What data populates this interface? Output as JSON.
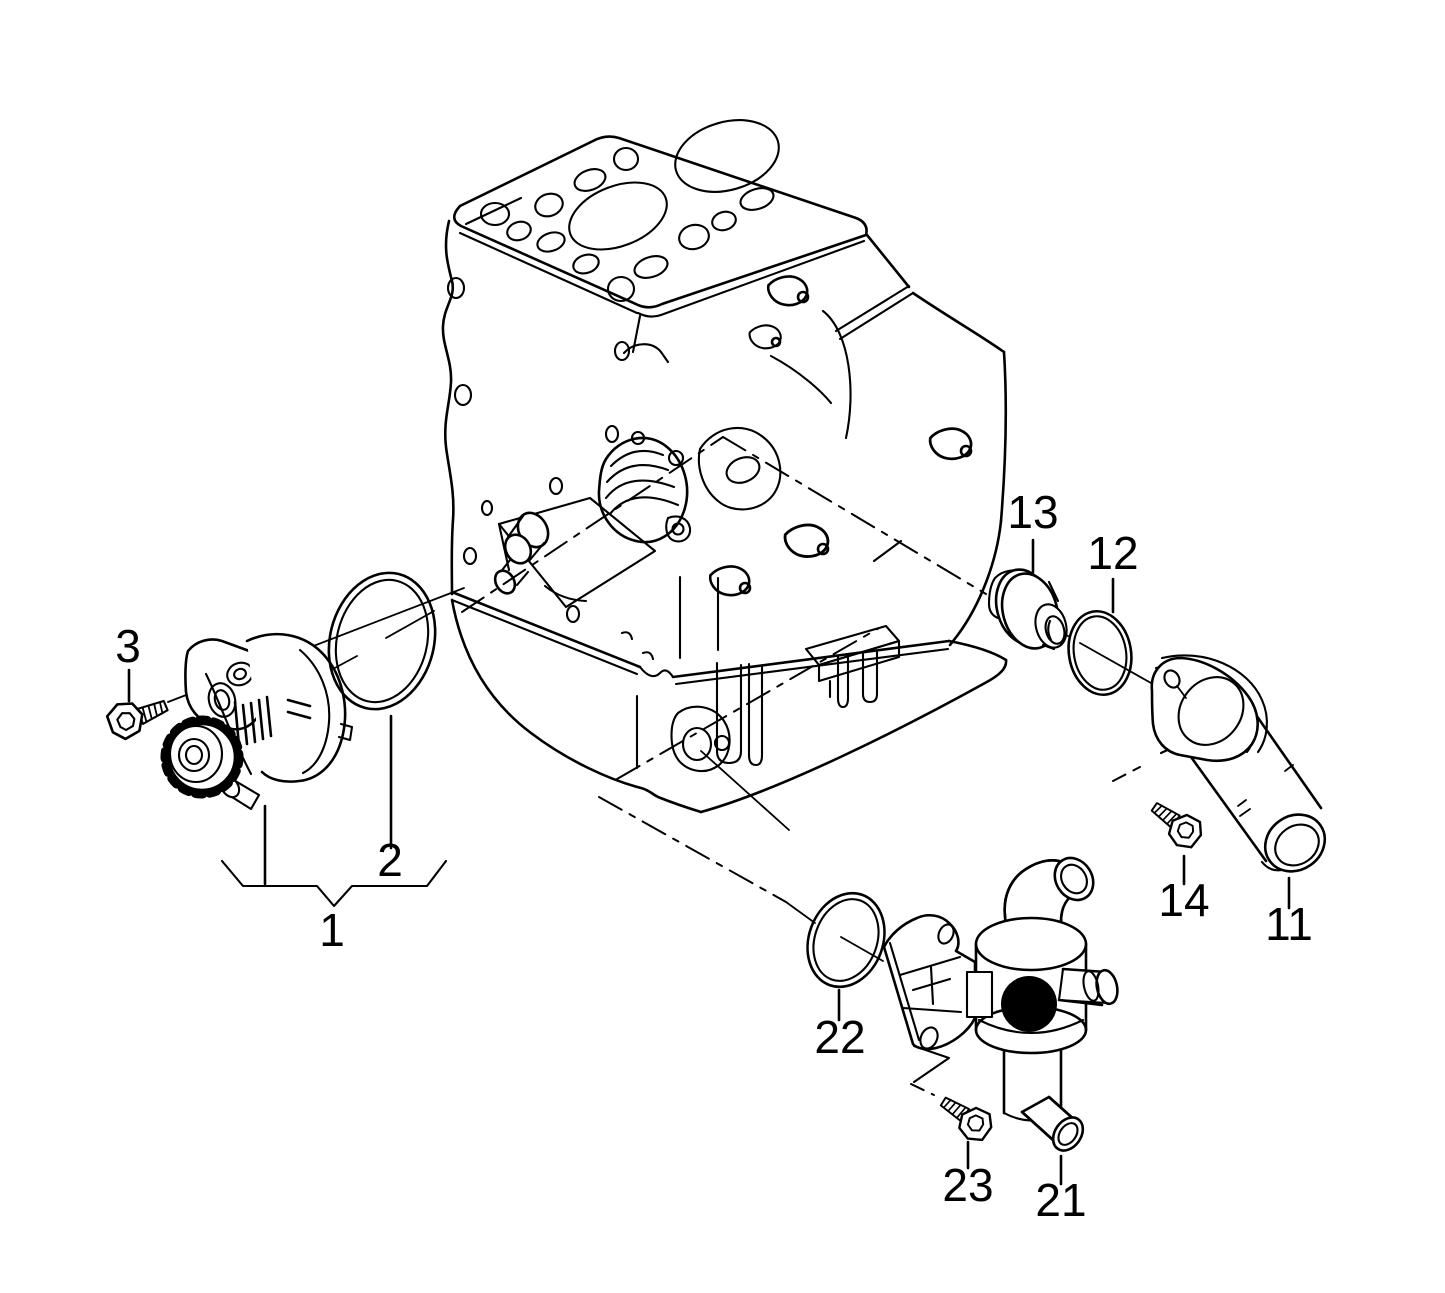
{
  "diagram": {
    "background": "#ffffff",
    "line_color": "#000000",
    "highlight_color": "#000000",
    "labels": [
      {
        "text": "1"
      },
      {
        "text": "2"
      },
      {
        "text": "3"
      },
      {
        "text": "11"
      },
      {
        "text": "12"
      },
      {
        "text": "13"
      },
      {
        "text": "14"
      },
      {
        "text": "21"
      },
      {
        "text": "22"
      },
      {
        "text": "23"
      }
    ]
  }
}
